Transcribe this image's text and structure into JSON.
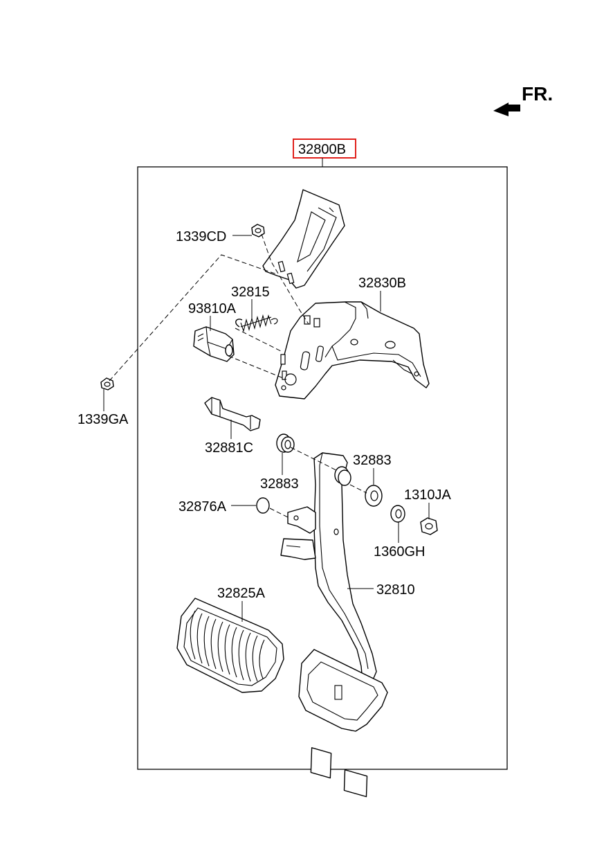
{
  "header": {
    "direction_label": "FR.",
    "direction_icon": "front-arrow-icon"
  },
  "assembly": {
    "number": "32800B",
    "highlight_color": "#e0201b"
  },
  "parts": {
    "p1339CD": "1339CD",
    "p32815": "32815",
    "p93810A": "93810A",
    "p32830B": "32830B",
    "p1339GA": "1339GA",
    "p32881C": "32881C",
    "p32883_upper": "32883",
    "p32883_lower": "32883",
    "p1310JA": "1310JA",
    "p32876A": "32876A",
    "p1360GH": "1360GH",
    "p32825A": "32825A",
    "p32810": "32810"
  }
}
